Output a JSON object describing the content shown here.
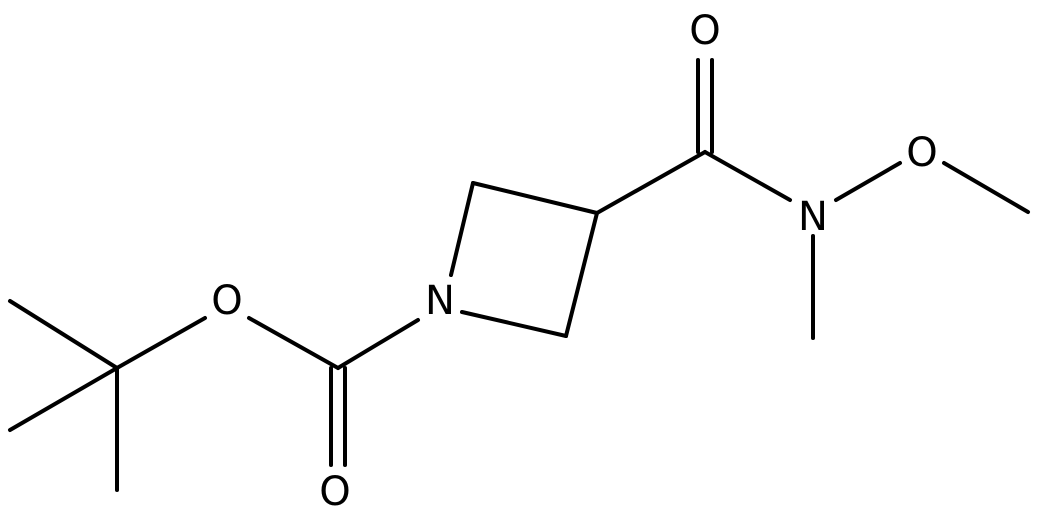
{
  "structure": {
    "atoms": {
      "o_carbonyl_amide": "O",
      "o_methoxy": "O",
      "n_amide": "N",
      "n_azetidine": "N",
      "o_ester": "O",
      "o_carbonyl_boc": "O"
    }
  }
}
